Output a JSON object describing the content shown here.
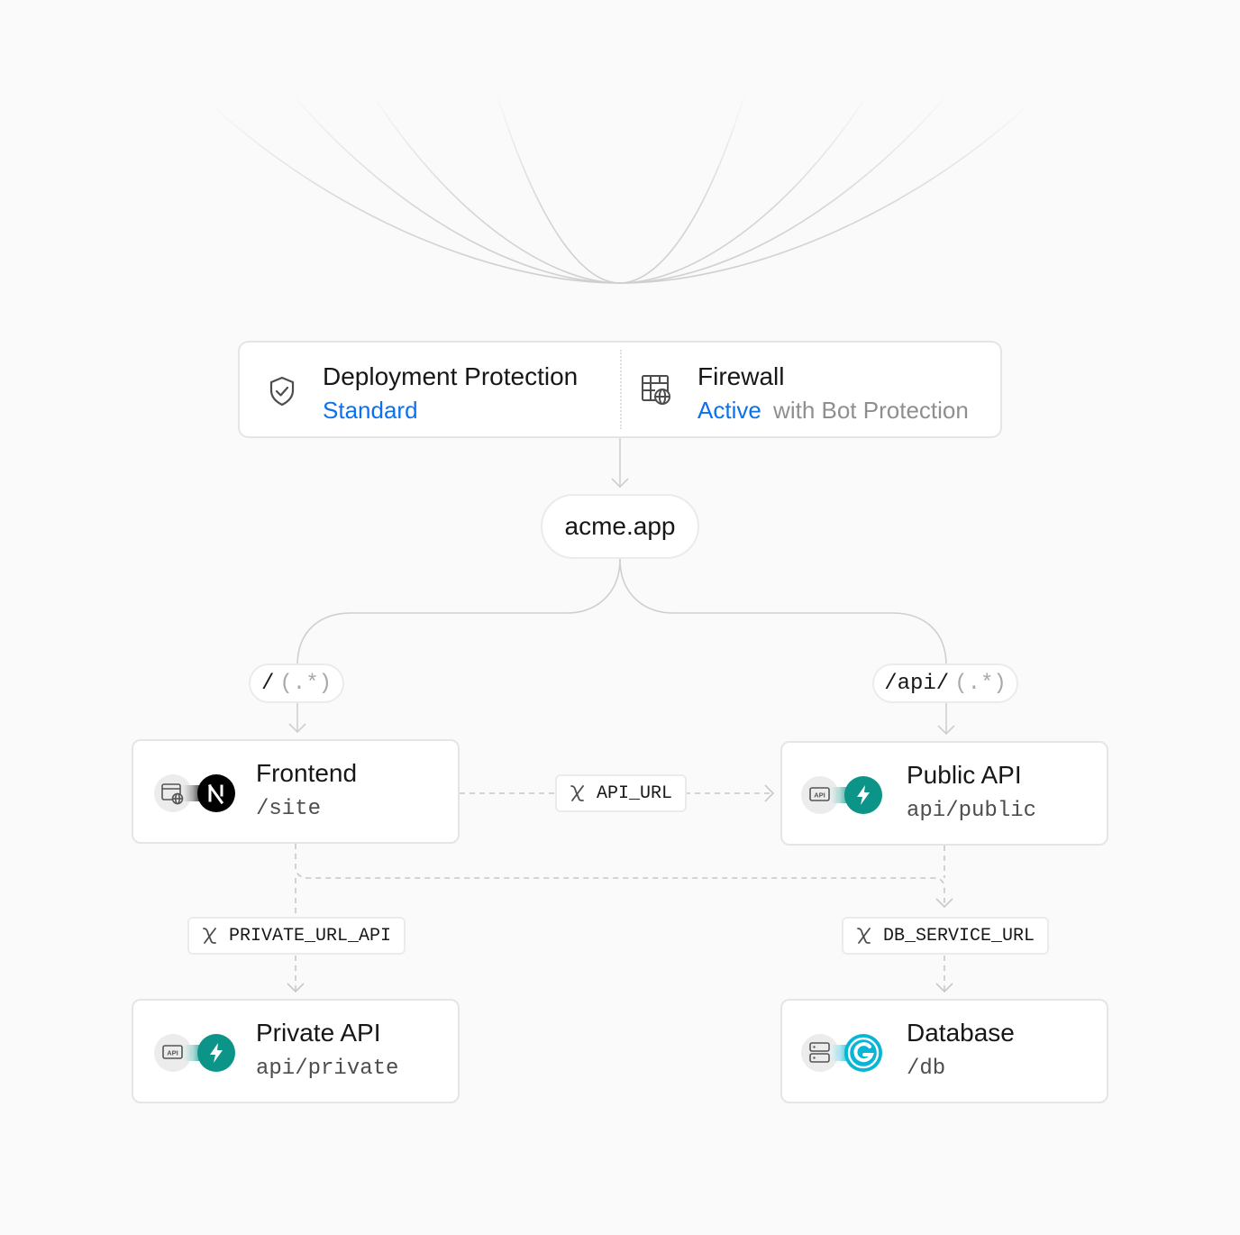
{
  "gateway": {
    "protection": {
      "title": "Deployment Protection",
      "status": "Standard"
    },
    "firewall": {
      "title": "Firewall",
      "status": "Active",
      "detail": "with Bot Protection"
    }
  },
  "domain": "acme.app",
  "routes": {
    "left": {
      "prefix": "/",
      "pattern": "(.*)"
    },
    "right": {
      "prefix": "/api/",
      "pattern": "(.*)"
    }
  },
  "nodes": {
    "frontend": {
      "title": "Frontend",
      "path": "/site",
      "icon": "nextjs-icon"
    },
    "public_api": {
      "title": "Public API",
      "path": "api/public",
      "icon": "lightning-icon"
    },
    "private_api": {
      "title": "Private API",
      "path": "api/private",
      "icon": "lightning-icon"
    },
    "database": {
      "title": "Database",
      "path": "/db",
      "icon": "g-service-icon"
    }
  },
  "env_vars": {
    "api_url": "API_URL",
    "private_url_api": "PRIVATE_URL_API",
    "db_service_url": "DB_SERVICE_URL"
  },
  "colors": {
    "accent_blue": "#0a72ef",
    "api_green": "#0d9488",
    "db_cyan": "#06b6d4",
    "line": "#d4d4d4"
  }
}
